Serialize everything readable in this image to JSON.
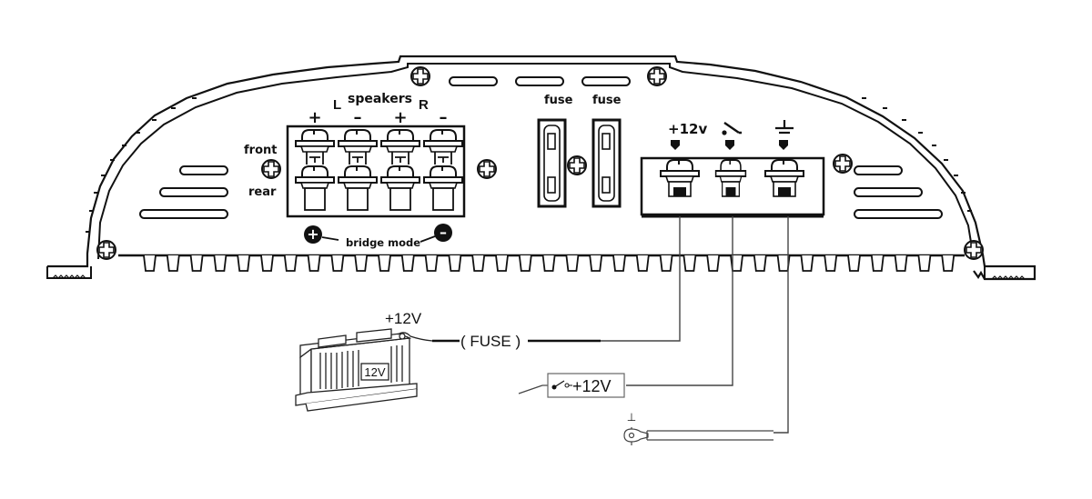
{
  "title": "Amplifier power and speaker wiring diagram",
  "amplifier": {
    "speakers": {
      "heading": "speakers",
      "left": "L",
      "right": "R",
      "polarity": [
        "+",
        "–",
        "+",
        "–"
      ],
      "rows": [
        "front",
        "rear"
      ]
    },
    "bridge_mode": {
      "label": "bridge mode",
      "plus": "+",
      "minus": "–"
    },
    "fuses": [
      "fuse",
      "fuse"
    ],
    "power_terminals": [
      {
        "label": "+12v",
        "icon": "plus-12v"
      },
      {
        "label": "",
        "icon": "remote-switch-icon"
      },
      {
        "label": "",
        "icon": "ground-icon"
      }
    ]
  },
  "wiring": {
    "battery": {
      "terminal_label": "+12V",
      "body_label": "12V"
    },
    "fuse_label": "( FUSE )",
    "remote": {
      "label": "+12V"
    },
    "ground": {
      "symbol": "⊥"
    }
  },
  "colors": {
    "ink": "#111111",
    "wire": "#333333",
    "background": "#ffffff"
  }
}
